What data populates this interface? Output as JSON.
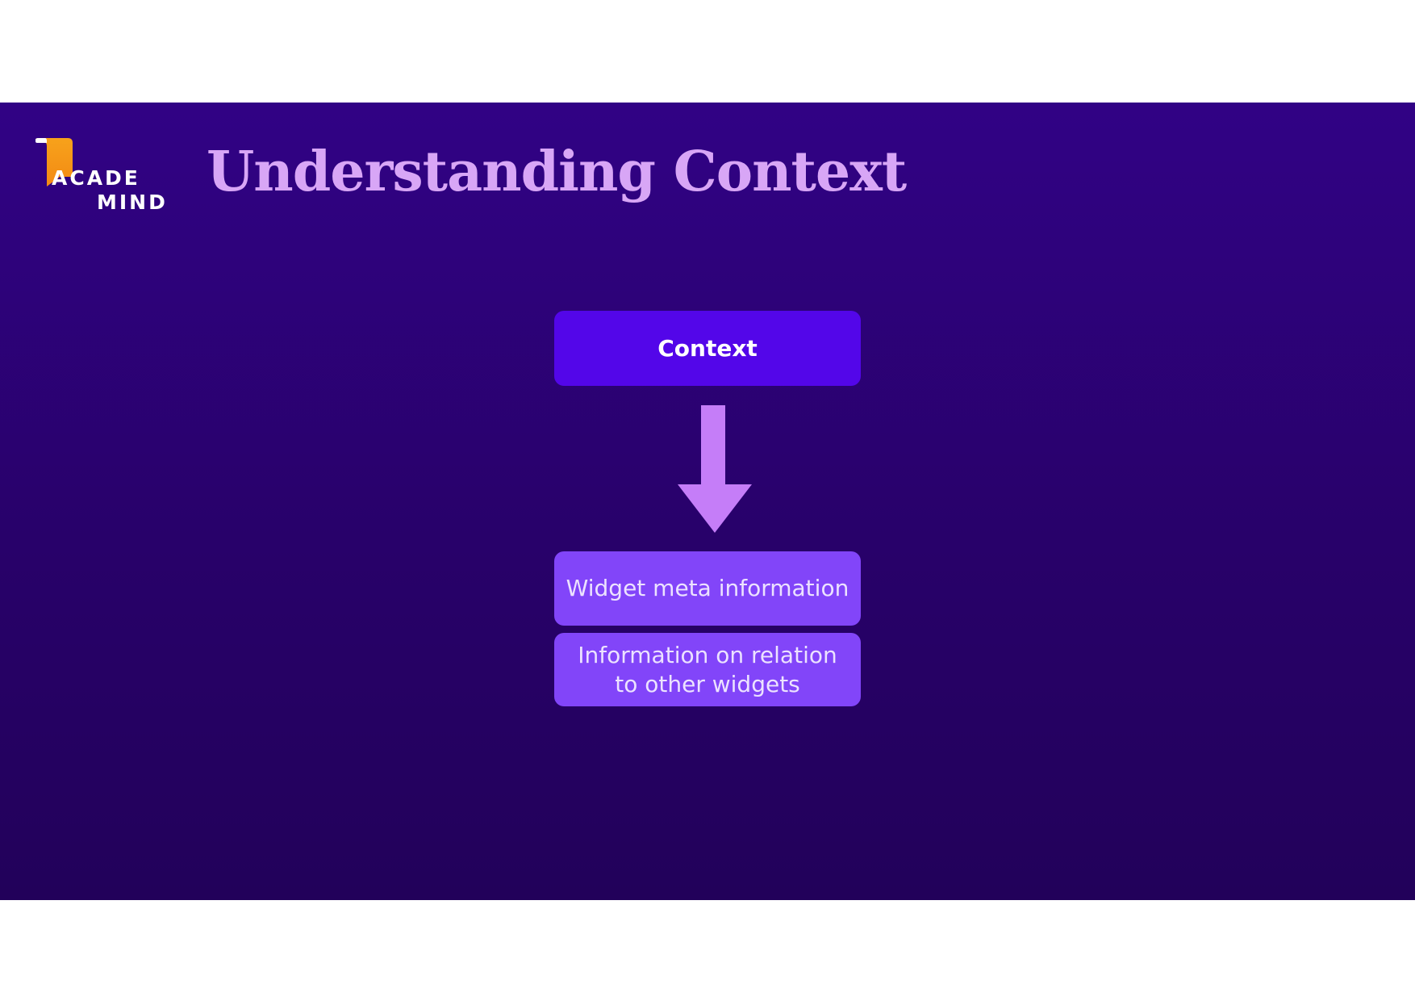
{
  "logo": {
    "line1": "ACADE",
    "line2": "MIND",
    "tab_color": "#f7a21b"
  },
  "title": "Understanding Context",
  "diagram": {
    "top_box": "Context",
    "bottom_boxes": [
      "Widget meta information",
      "Information on relation to other widgets"
    ]
  },
  "colors": {
    "background_top": "#310285",
    "background_bottom": "#22015a",
    "title": "#d8a6f6",
    "context_box": "#5306e9",
    "info_box": "#8245f9",
    "arrow": "#c57df8"
  }
}
